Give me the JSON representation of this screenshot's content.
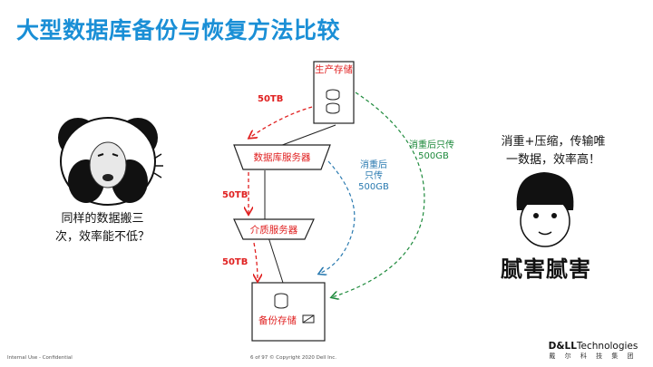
{
  "title": "大型数据库备份与恢复方法比较",
  "nodes": {
    "production": "生产存储",
    "db_server": "数据库服务器",
    "media_server": "介质服务器",
    "backup": "备份存储"
  },
  "flows": {
    "red_prod_to_db": "50TB",
    "red_db_to_media": "50TB",
    "red_media_to_backup": "50TB",
    "blue_dedup_line1": "消重后",
    "blue_dedup_line2": "只传",
    "blue_dedup_line3": "500GB",
    "green_dedup_line1": "消重后只传",
    "green_dedup_line2": "500GB"
  },
  "left_caption": {
    "line1": "同样的数据搬三",
    "line2": "次，效率能不低？"
  },
  "right_caption": {
    "line1": "消重+压缩，传输唯",
    "line2": "一数据，效率高！"
  },
  "stamp_text": "腻害腻害",
  "footer": {
    "classification": "Internal Use - Confidential",
    "page_info": "6 of 97     © Copyright 2020 Dell Inc.",
    "brand_bold": "D&LL",
    "brand_rest": "Technologies",
    "brand_cn": "戴 尔 科 技 集 团"
  },
  "colors": {
    "title": "#1a8fd6",
    "red_flow": "#e02020",
    "blue_flow": "#2a7ab0",
    "green_flow": "#1e8a3c"
  }
}
